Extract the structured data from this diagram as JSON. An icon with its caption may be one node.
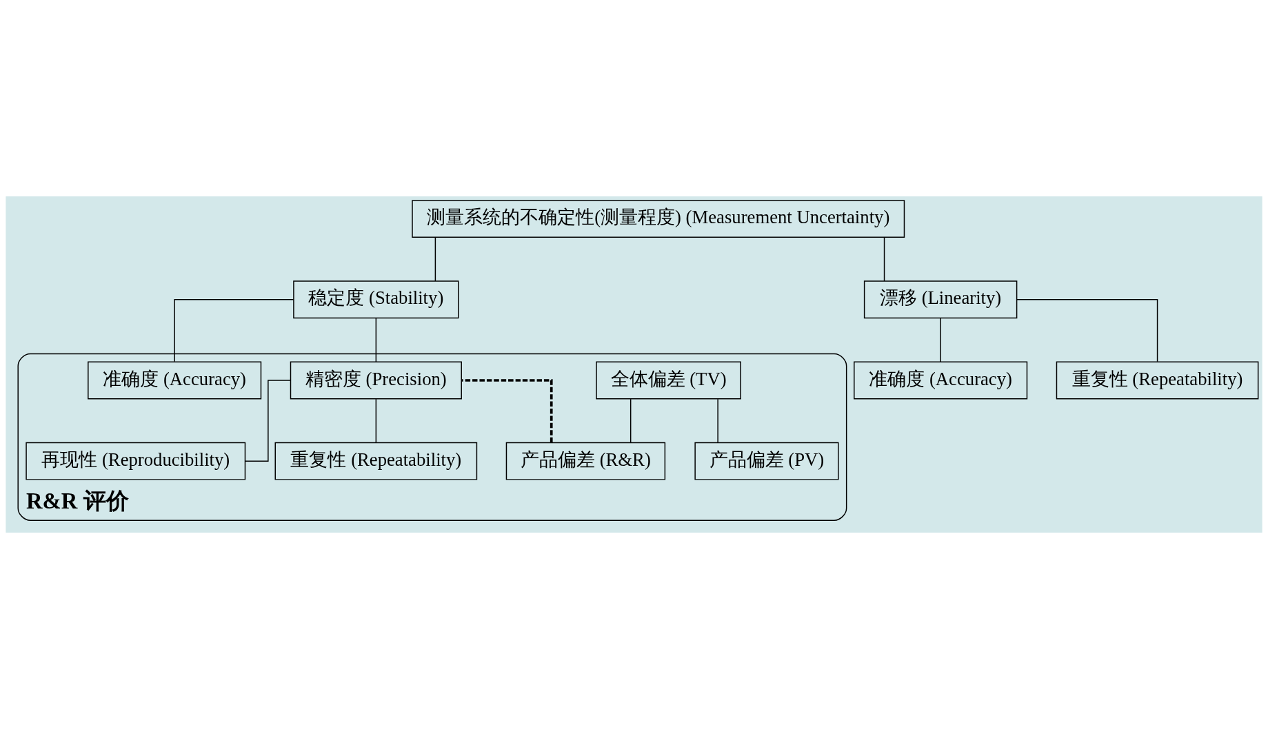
{
  "diagram": {
    "nodes": [
      {
        "text": [
          "R&R 评价"
        ]
      },
      {
        "text": [
          "全体偏差 (TV)"
        ],
        "in": 0
      },
      {
        "text": [
          "产品偏差 (PV)"
        ],
        "in": 0
      },
      {
        "text": [
          "产品偏差 (R&R)"
        ],
        "in": 0
      },
      {
        "text": [
          "测量系统的不确定性(测量程度) (Measurement Uncertainty)"
        ]
      },
      {
        "text": [
          "稳定度 (Stability)"
        ]
      },
      {
        "text": [
          "漂移 (Linearity)"
        ]
      },
      {
        "text": [
          "准确度 (Accuracy)"
        ],
        "in": 0
      },
      {
        "text": [
          "精密度 (Precision)"
        ],
        "in": 0
      },
      {
        "text": [
          "重复性 (Repeatability)"
        ],
        "in": 0
      },
      {
        "text": [
          "再现性 (Reproducibility)"
        ],
        "in": 0
      },
      {
        "text": [
          "准确度 (Accuracy)"
        ]
      },
      {
        "text": [
          "重复性 (Repeatability)"
        ]
      }
    ],
    "edges": [
      {
        "from": 1,
        "to": 2,
        "arrow": "none"
      },
      {
        "from": 1,
        "to": 3,
        "arrow": "none"
      },
      {
        "from": 4,
        "to": 5,
        "arrow": "none"
      },
      {
        "from": 4,
        "to": 6,
        "arrow": "none"
      },
      {
        "from": 5,
        "to": 7,
        "arrow": "none"
      },
      {
        "from": 5,
        "to": 8,
        "arrow": "none"
      },
      {
        "from": 8,
        "to": 9,
        "arrow": "none"
      },
      {
        "from": 8,
        "to": 10,
        "arrow": "none"
      },
      {
        "from": 6,
        "to": 11,
        "arrow": "none"
      },
      {
        "from": 6,
        "to": 12,
        "arrow": "none"
      },
      {
        "from": 3,
        "to": 8,
        "arrow": "none",
        "style": "dashed"
      }
    ]
  }
}
